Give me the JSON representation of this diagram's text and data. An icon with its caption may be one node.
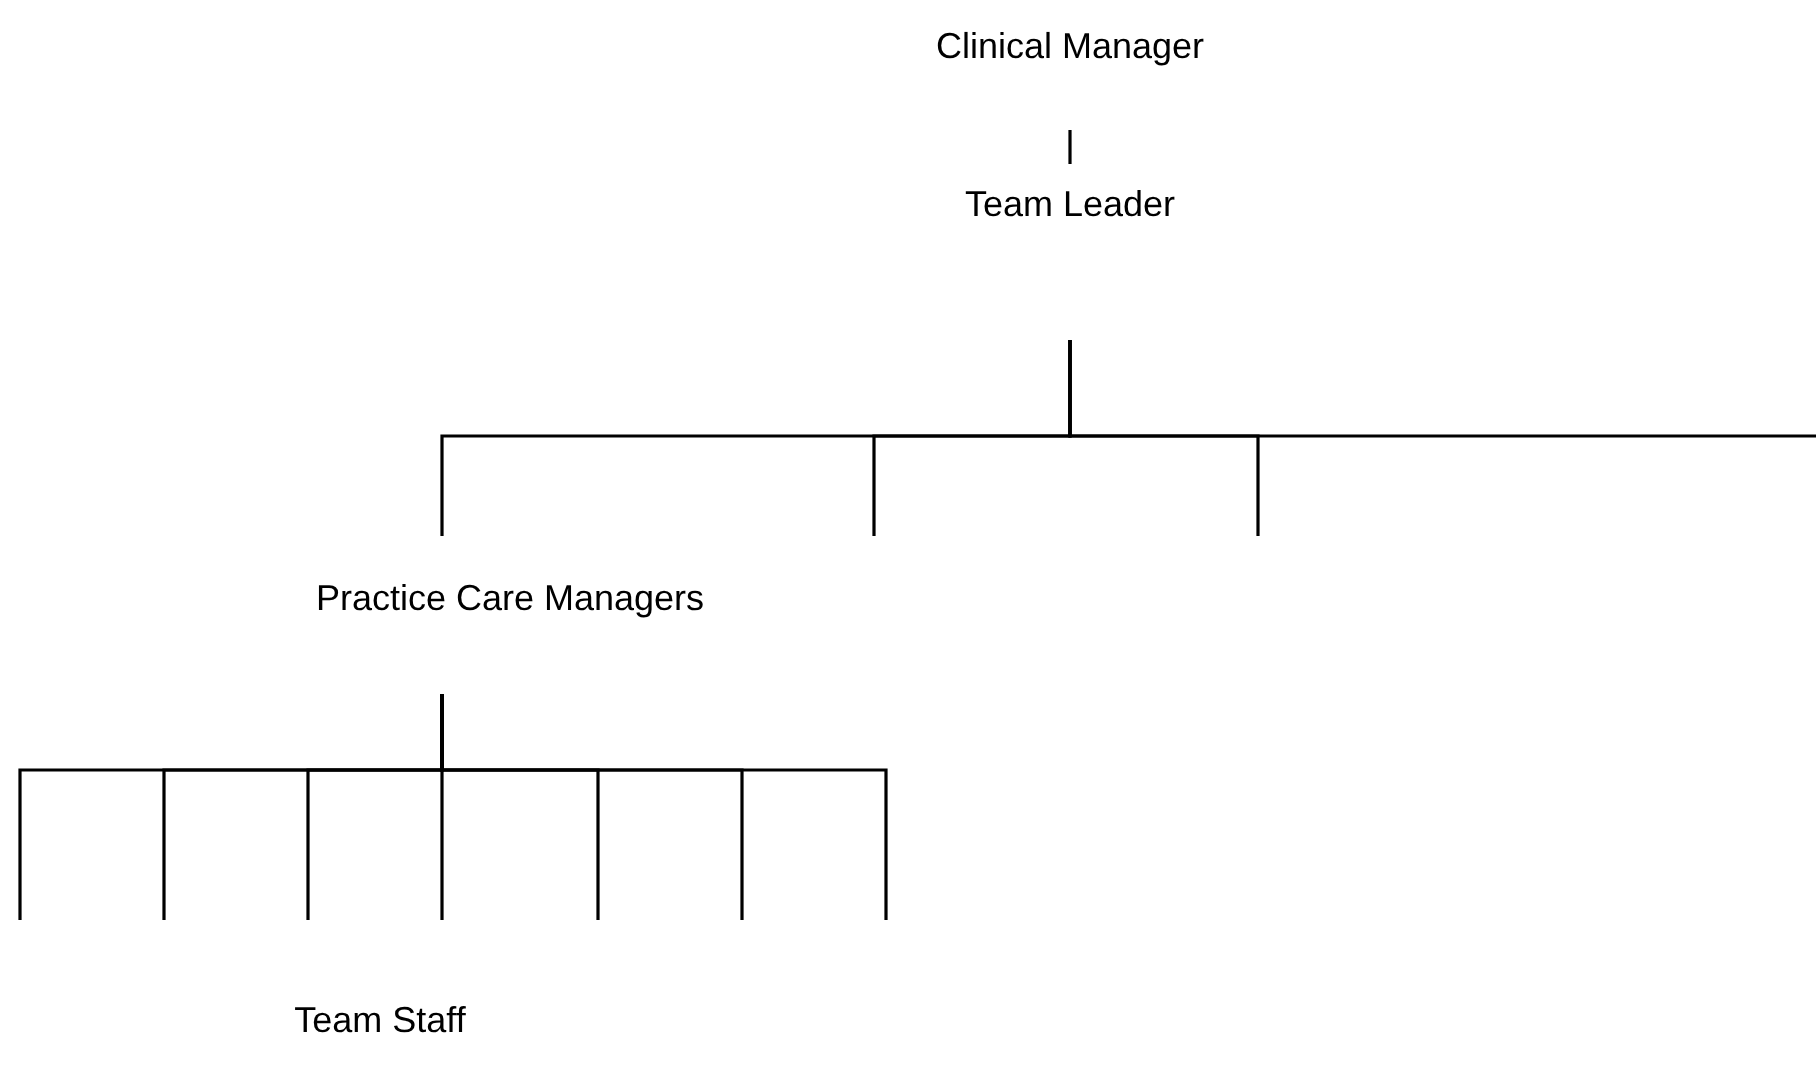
{
  "diagram": {
    "nodes": [
      {
        "text": [
          "Clinical Manager"
        ]
      },
      {
        "text": [
          "Team Leader"
        ]
      },
      {
        "text": [
          "Practice Care Managers"
        ]
      }
    ],
    "edges": [
      {
        "from": 0,
        "to": 1,
        "arrow": "none"
      },
      {
        "from": 1,
        "to": 2,
        "arrow": "none"
      },
      {
        "from": 1,
        "to": null,
        "arrow": "none"
      },
      {
        "from": 1,
        "to": null,
        "arrow": "none"
      },
      {
        "from": 1,
        "to": null,
        "arrow": "none"
      },
      {
        "from": 2,
        "to": null,
        "arrow": "none"
      },
      {
        "from": 2,
        "to": null,
        "arrow": "none"
      },
      {
        "from": 2,
        "to": null,
        "arrow": "none"
      },
      {
        "from": 2,
        "to": null,
        "arrow": "none"
      },
      {
        "from": 2,
        "to": null,
        "arrow": "none"
      },
      {
        "from": 2,
        "to": null,
        "arrow": "none"
      },
      {
        "from": 2,
        "to": null,
        "arrow": "none"
      }
    ],
    "labels": [
      "Team Staff"
    ]
  }
}
